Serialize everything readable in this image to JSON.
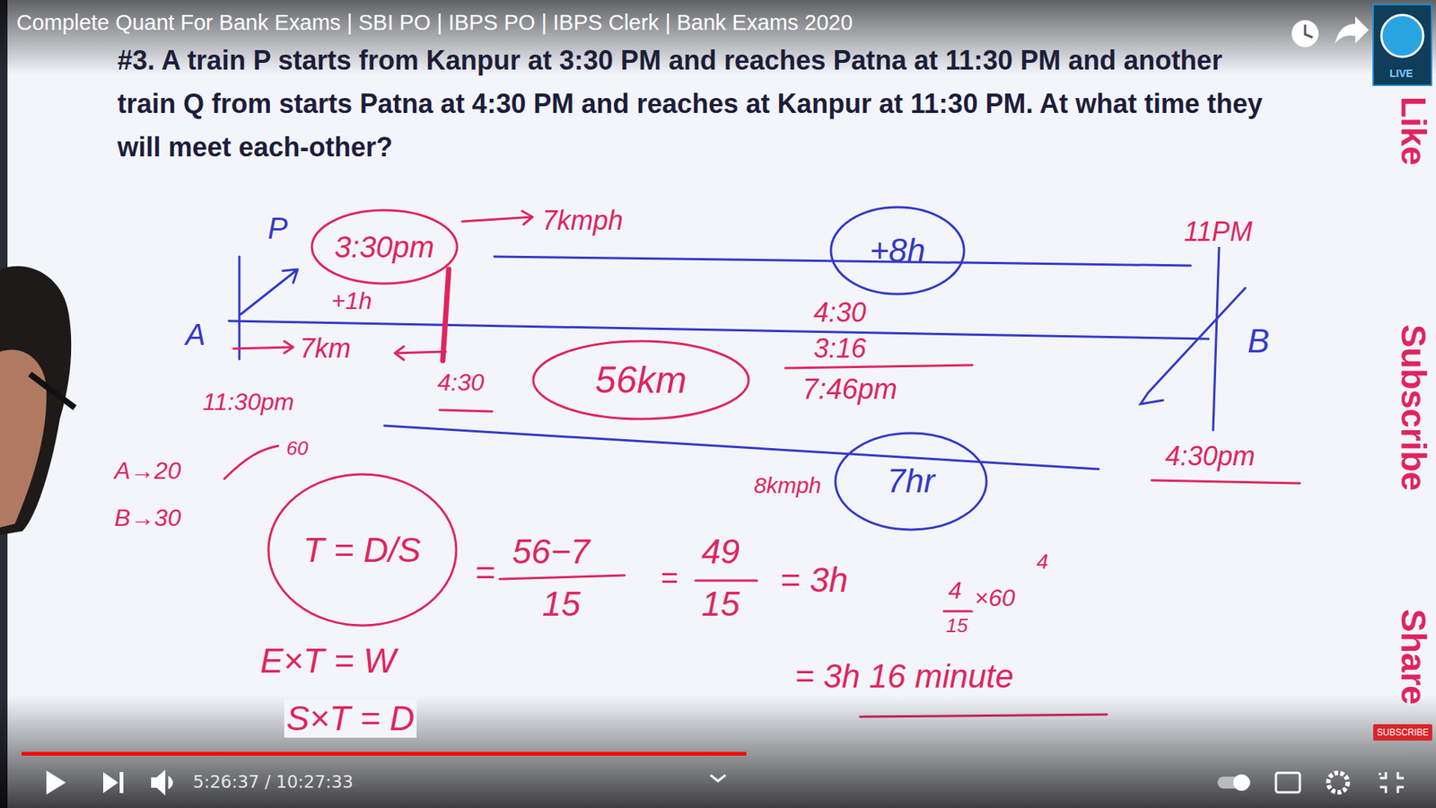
{
  "diagram": {
    "title": "Complete Quant For Bank Exams | SBI PO | IBPS PO | IBPS Clerk | Bank Exams 2020",
    "nodes": [
      {
        "text": [
          "3:30pm"
        ]
      },
      {
        "text": [
          "+8h"
        ]
      },
      {
        "text": [
          "56km"
        ]
      },
      {
        "text": [
          "7hr"
        ]
      },
      {
        "text": [
          "T = D/S"
        ]
      }
    ],
    "labels": [
      "#3. A train P starts from Kanpur at 3:30 PM and reaches Patna at 11:30 PM and another train Q from starts Patna at 4:30 PM and reaches at Kanpur at 11:30 PM. At what time they will meet each-other?",
      "P",
      "7kmph",
      "+1h",
      "A",
      "7km",
      "11:30pm",
      "4:30",
      "4:30",
      "3:16",
      "7:46pm",
      "11PM",
      "B",
      "4:30pm",
      "8kmph",
      "A→20",
      "60",
      "B→30",
      "=",
      "56−7",
      "15",
      "=",
      "49",
      "15",
      "= 3h",
      "4",
      "4",
      "×60",
      "15",
      "= 3h 16 minute",
      "E×T = W",
      "S×T = D",
      "5:26:37 / 10:27:33",
      "Like",
      "Subscribe",
      "Share",
      "SUBSCRIBE",
      "LIVE"
    ]
  }
}
